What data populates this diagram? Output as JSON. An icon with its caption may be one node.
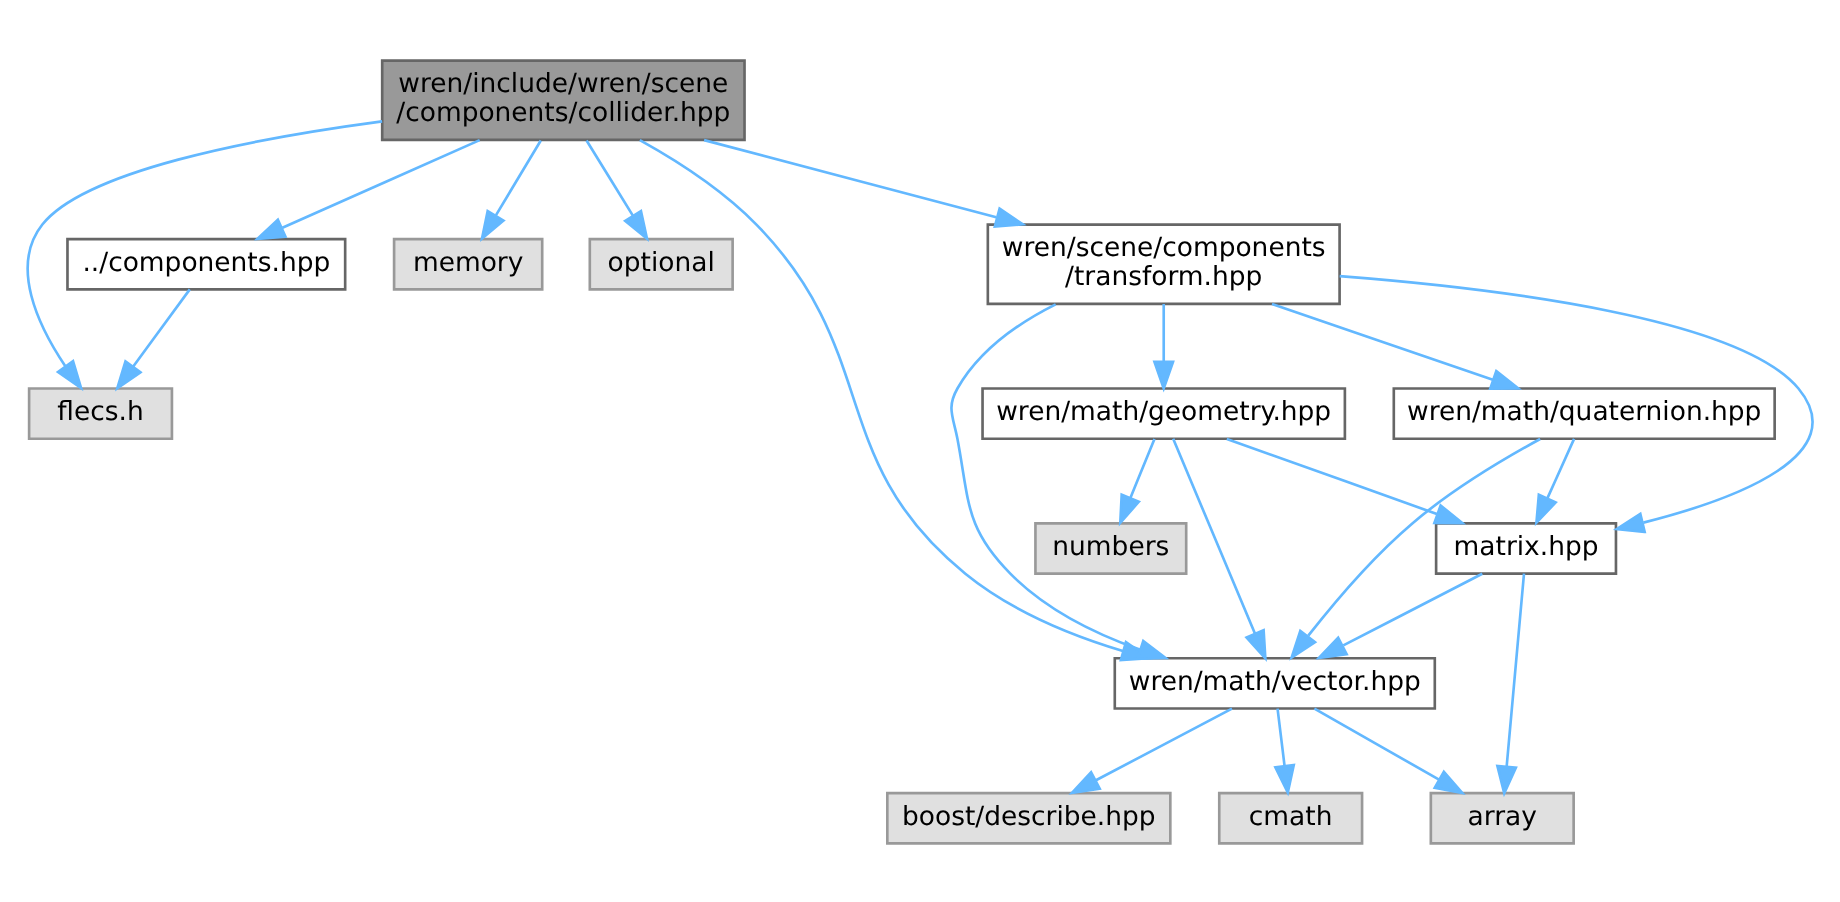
{
  "diagram": {
    "nodes": [
      {
        "text": [
          "wren/include/wren/scene /components/collider.hpp"
        ]
      },
      {
        "text": [
          "../components.hpp"
        ]
      },
      {
        "text": [
          "memory"
        ]
      },
      {
        "text": [
          "optional"
        ]
      },
      {
        "text": [
          "wren/scene/components /transform.hpp"
        ]
      },
      {
        "text": [
          "flecs.h"
        ]
      },
      {
        "text": [
          "wren/math/geometry.hpp"
        ]
      },
      {
        "text": [
          "wren/math/quaternion.hpp"
        ]
      },
      {
        "text": [
          "numbers"
        ]
      },
      {
        "text": [
          "matrix.hpp"
        ]
      },
      {
        "text": [
          "wren/math/vector.hpp"
        ]
      },
      {
        "text": [
          "cmath"
        ]
      },
      {
        "text": [
          "boost/describe.hpp"
        ]
      },
      {
        "text": [
          "array"
        ]
      }
    ],
    "edges": [
      {
        "from": 0,
        "to": 5,
        "arrow": "to"
      },
      {
        "from": 0,
        "to": 1,
        "arrow": "to"
      },
      {
        "from": 0,
        "to": 2,
        "arrow": "to"
      },
      {
        "from": 0,
        "to": 3,
        "arrow": "to"
      },
      {
        "from": 0,
        "to": 10,
        "arrow": "to"
      },
      {
        "from": 0,
        "to": 4,
        "arrow": "to"
      },
      {
        "from": 1,
        "to": 5,
        "arrow": "to"
      },
      {
        "from": 4,
        "to": 10,
        "arrow": "to"
      },
      {
        "from": 4,
        "to": 6,
        "arrow": "to"
      },
      {
        "from": 4,
        "to": 7,
        "arrow": "to"
      },
      {
        "from": 4,
        "to": 9,
        "arrow": "to"
      },
      {
        "from": 6,
        "to": 10,
        "arrow": "to"
      },
      {
        "from": 6,
        "to": 8,
        "arrow": "to"
      },
      {
        "from": 6,
        "to": 9,
        "arrow": "to"
      },
      {
        "from": 7,
        "to": 10,
        "arrow": "to"
      },
      {
        "from": 7,
        "to": 9,
        "arrow": "to"
      },
      {
        "from": 9,
        "to": 10,
        "arrow": "to"
      },
      {
        "from": 9,
        "to": 13,
        "arrow": "to"
      },
      {
        "from": 10,
        "to": 11,
        "arrow": "to"
      },
      {
        "from": 10,
        "to": 12,
        "arrow": "to"
      },
      {
        "from": 10,
        "to": 13,
        "arrow": "to"
      }
    ]
  }
}
